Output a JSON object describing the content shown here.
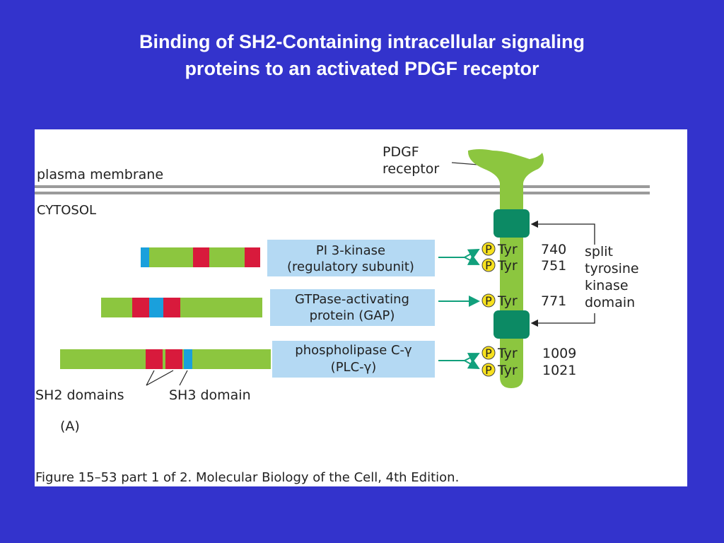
{
  "slide": {
    "title_line1": "Binding of SH2-Containing intracellular signaling",
    "title_line2": "proteins to an activated PDGF receptor"
  },
  "figure": {
    "plasma_membrane_label": "plasma membrane",
    "cytosol_label": "CYTOSOL",
    "receptor_label_line1": "PDGF",
    "receptor_label_line2": "receptor",
    "proteins": [
      {
        "line1": "PI 3-kinase",
        "line2": "(regulatory subunit)"
      },
      {
        "line1": "GTPase-activating",
        "line2": "protein (GAP)"
      },
      {
        "line1": "phospholipase C-γ",
        "line2": "(PLC-γ)"
      }
    ],
    "phospho_symbol": "P",
    "tyr_label": "Tyr",
    "tyrosine_sites": [
      "740",
      "751",
      "771",
      "1009",
      "1021"
    ],
    "kinase_domain_label": [
      "split",
      "tyrosine",
      "kinase",
      "domain"
    ],
    "sh2_domains_label": "SH2 domains",
    "sh3_domain_label": "SH3 domain",
    "panel_label": "(A)",
    "caption": "Figure 15–53 part 1 of 2. Molecular Biology of the Cell, 4th Edition.",
    "colors": {
      "background": "#3333cc",
      "receptor": "#8cc63f",
      "kinase_domain": "#0c8a64",
      "sh2_domain": "#d81a3c",
      "sh3_domain": "#1aa0dc",
      "protein_box": "#b4d9f3",
      "phospho": "#f7e11e",
      "arrow": "#11a07c"
    }
  }
}
